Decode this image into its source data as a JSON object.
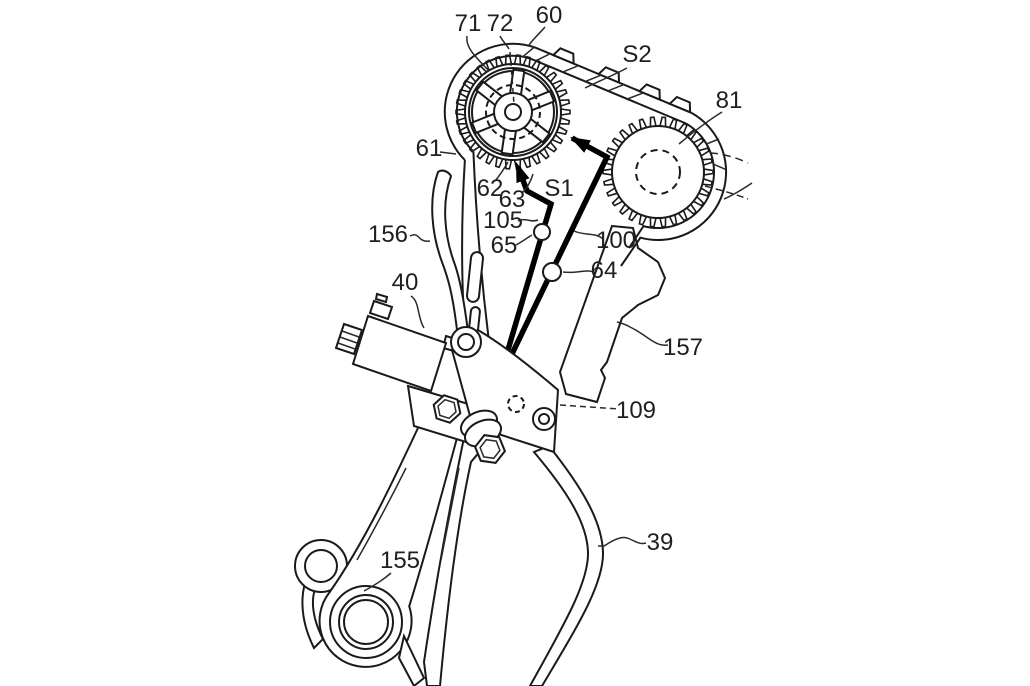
{
  "figure": {
    "kind": "patent-technical-drawing",
    "background": "#ffffff",
    "line_color": "#1a1a1a",
    "labels": {
      "71": "71",
      "72": "72",
      "60": "60",
      "S2": "S2",
      "81": "81",
      "61": "61",
      "62": "62",
      "63": "63",
      "105": "105",
      "65": "65",
      "S1": "S1",
      "100": "100",
      "64": "64",
      "156": "156",
      "40": "40",
      "157": "157",
      "109": "109",
      "155": "155",
      "39": "39"
    }
  }
}
